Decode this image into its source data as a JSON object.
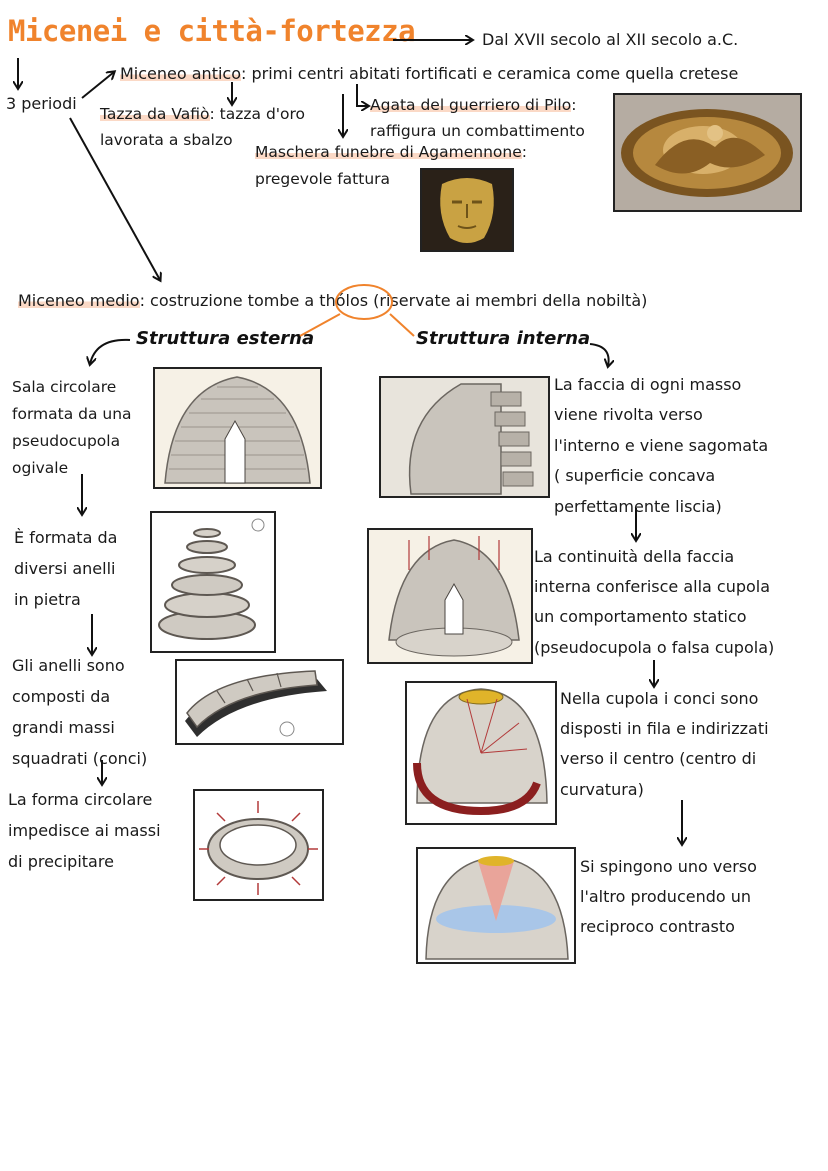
{
  "title": "Micenei e città-fortezza",
  "period_range": "Dal XVII secolo al XII secolo a.C.",
  "periods_label": "3 periodi",
  "antico": {
    "name": "Miceneo antico",
    "desc": ": primi centri abitati fortificati e ceramica come quella cretese",
    "tazza_name": "Tazza da Vafiò",
    "tazza_desc_1": ": tazza d'oro",
    "tazza_desc_2": "lavorata a sbalzo",
    "agata_name": "Agata del guerriero di Pilo",
    "agata_desc": "raffigura un combattimento",
    "maschera_name": "Maschera funebre di Agamennone",
    "maschera_desc": "pregevole fattura"
  },
  "medio": {
    "name": "Miceneo medio",
    "desc_before": ": costruzione tombe a ",
    "tholos": "thólos",
    "desc_after": " (riservate ai membri della nobiltà)"
  },
  "esterna": {
    "heading": "Struttura esterna",
    "blocks": [
      [
        "Sala circolare",
        "formata da una",
        "pseudocupola",
        "ogivale"
      ],
      [
        "È formata da",
        "diversi anelli",
        "in pietra"
      ],
      [
        "Gli anelli sono",
        "composti da",
        "grandi massi",
        "squadrati (conci)"
      ],
      [
        "La forma circolare",
        "impedisce ai massi",
        "di precipitare"
      ]
    ]
  },
  "interna": {
    "heading": "Struttura interna",
    "blocks": [
      [
        "La faccia di ogni masso",
        "viene rivolta verso",
        "l'interno e viene sagomata",
        "( superficie concava",
        "perfettamente liscia)"
      ],
      [
        "La continuità della faccia",
        "interna conferisce alla cupola",
        "un comportamento statico",
        "(pseudocupola o falsa cupola)"
      ],
      [
        "Nella cupola i conci sono",
        "disposti in fila e indirizzati",
        "verso il centro (centro di",
        "curvatura)"
      ],
      [
        "Si spingono uno verso",
        "l'altro producendo un",
        "reciproco contrasto"
      ]
    ]
  },
  "colors": {
    "accent": "#f0832c",
    "highlight": "#fbd9c6",
    "gold": "#c9a243",
    "stone": "#c9c4bc"
  }
}
